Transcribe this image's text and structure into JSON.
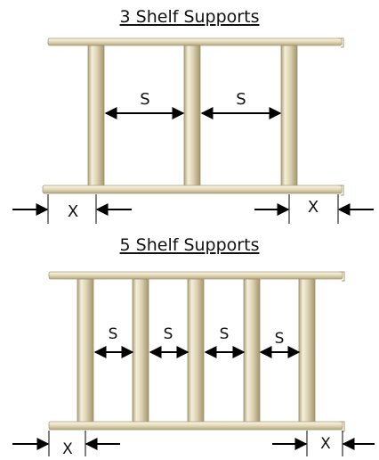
{
  "diagrams": {
    "top": {
      "title": "3 Shelf Supports",
      "spacing_label": "S",
      "edge_label": "X",
      "support_count": 3
    },
    "bottom": {
      "title": "5 Shelf Supports",
      "spacing_label": "S",
      "edge_label": "X",
      "support_count": 5
    }
  },
  "colors": {
    "shelf_light": "#f7f1de",
    "shelf_mid": "#e2d8b8",
    "shelf_dark": "#b7aa84",
    "post_light": "#f4eedb",
    "post_mid": "#d9ceae",
    "post_dark": "#a99c78",
    "line": "#000000",
    "text": "#111111"
  }
}
